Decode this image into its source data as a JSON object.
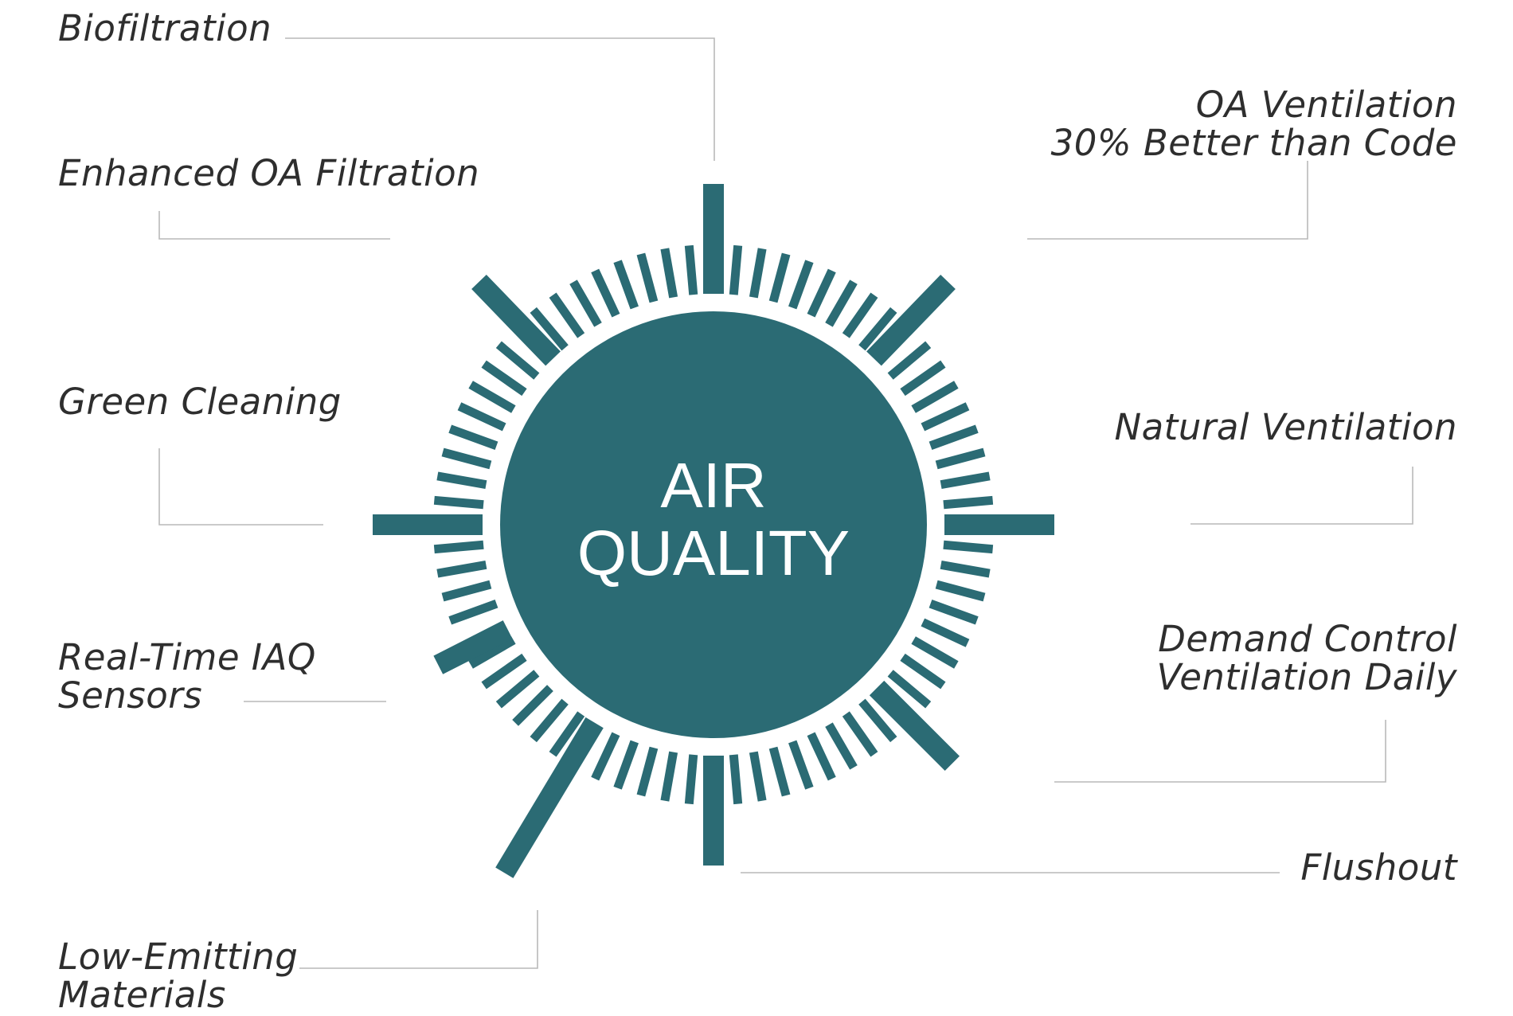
{
  "center": {
    "line1": "AIR",
    "line2": "QUALITY"
  },
  "colors": {
    "accent": "#2b6b74",
    "leader": "#b9b9b9",
    "text": "#2e2e2e"
  },
  "labels": {
    "biofiltration": {
      "lines": [
        "Biofiltration"
      ]
    },
    "enhanced_oa_filtration": {
      "lines": [
        "Enhanced OA Filtration"
      ]
    },
    "green_cleaning": {
      "lines": [
        "Green Cleaning"
      ]
    },
    "real_time_iaq_sensors": {
      "lines": [
        "Real-Time IAQ",
        "Sensors"
      ]
    },
    "low_emitting_materials": {
      "lines": [
        "Low-Emitting",
        "Materials"
      ]
    },
    "oa_ventilation": {
      "lines": [
        "OA Ventilation",
        "30% Better than Code"
      ]
    },
    "natural_ventilation": {
      "lines": [
        "Natural Ventilation"
      ]
    },
    "demand_control_ventilation": {
      "lines": [
        "Demand Control",
        "Ventilation Daily"
      ]
    },
    "flushout": {
      "lines": [
        "Flushout"
      ]
    }
  }
}
